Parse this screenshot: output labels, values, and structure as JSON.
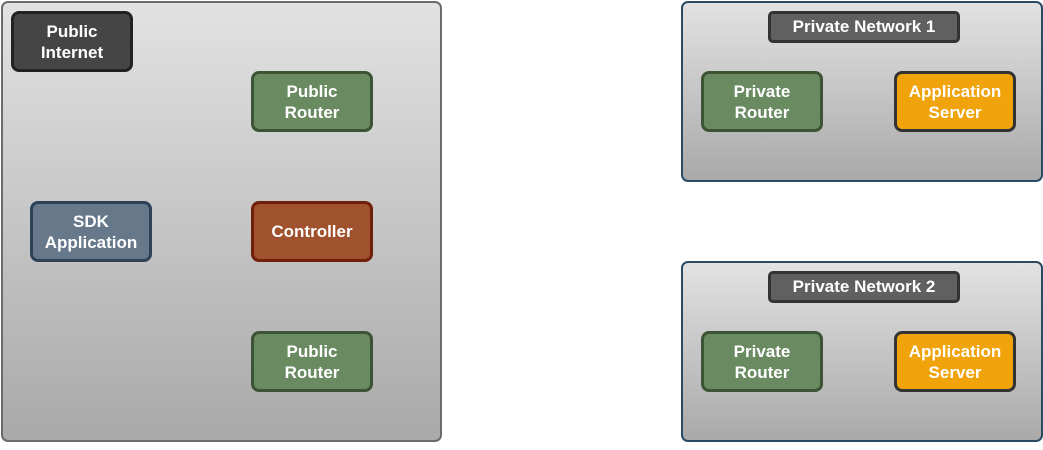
{
  "public_zone": {
    "title": "Public\nInternet",
    "nodes": {
      "router1": "Public\nRouter",
      "sdk": "SDK\nApplication",
      "controller": "Controller",
      "router2": "Public\nRouter"
    }
  },
  "private_networks": [
    {
      "title": "Private Network 1",
      "router": "Private\nRouter",
      "server": "Application\nServer"
    },
    {
      "title": "Private Network 2",
      "router": "Private\nRouter",
      "server": "Application\nServer"
    }
  ],
  "colors": {
    "router": "#6a8a62",
    "sdk": "#66788a",
    "controller": "#a0512e",
    "server": "#f0a30a",
    "internet": "#454545",
    "private_border": "#2b4a63"
  }
}
